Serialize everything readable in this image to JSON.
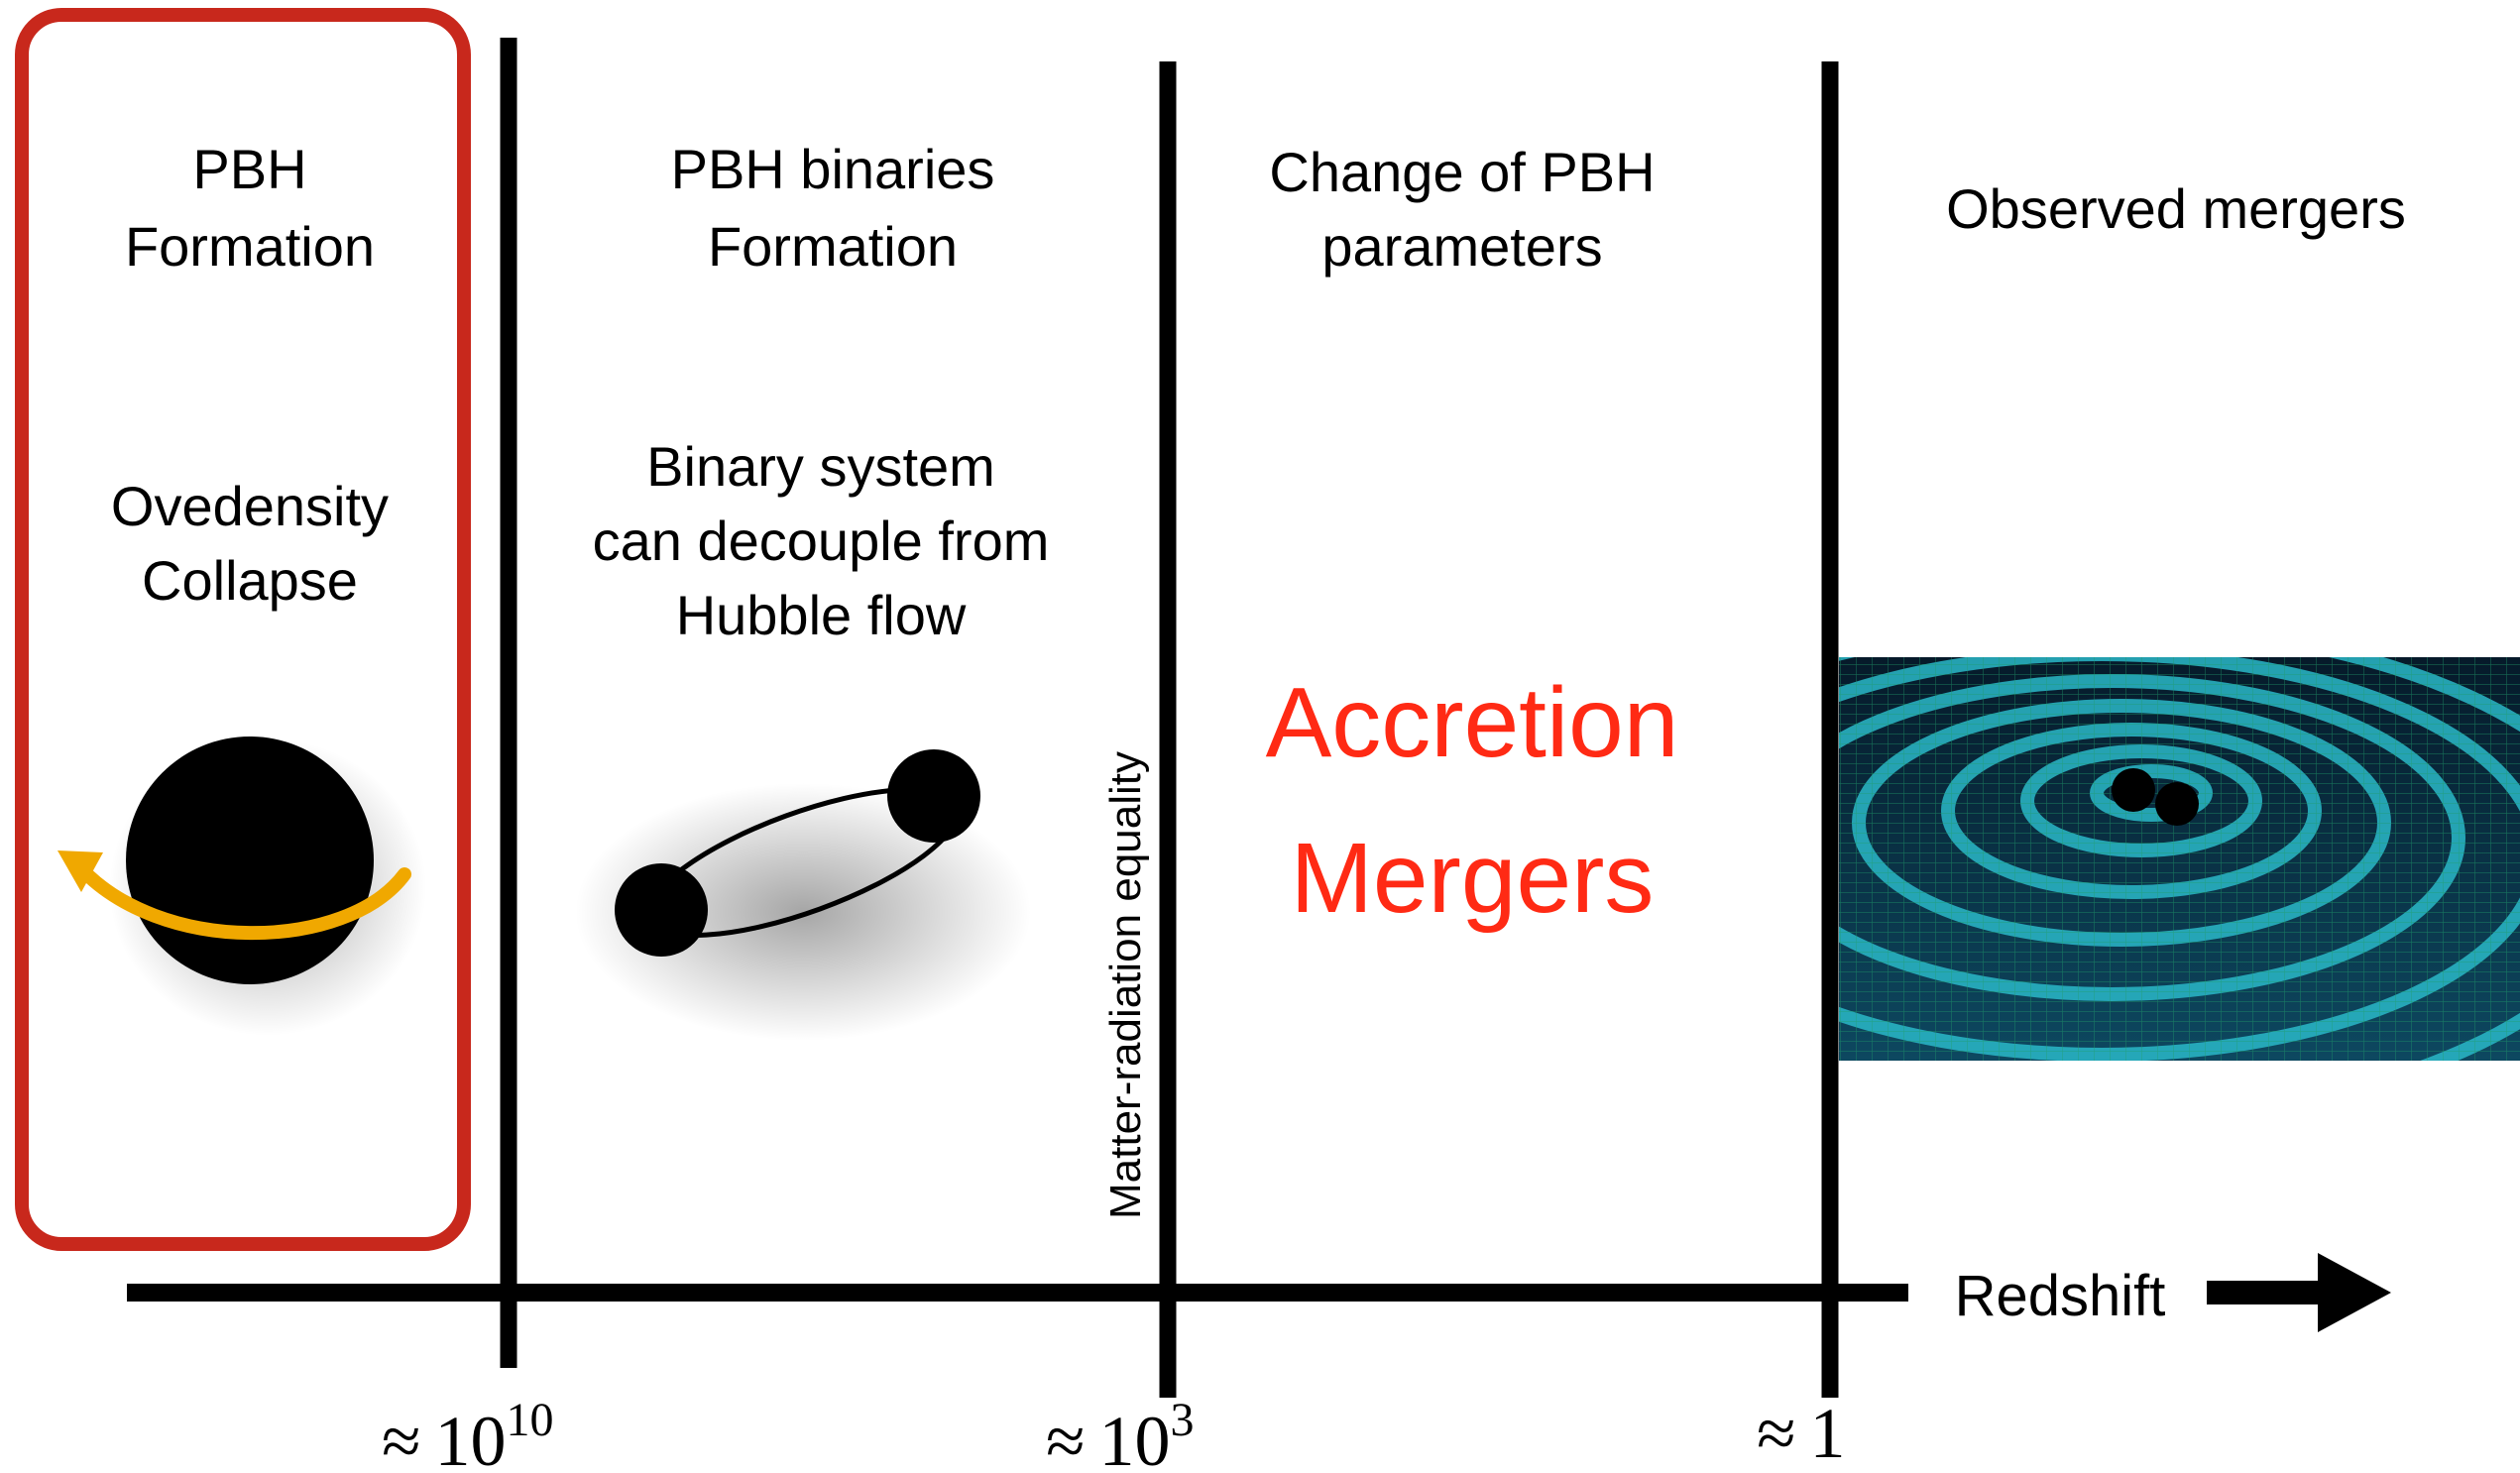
{
  "colors": {
    "highlight_box": "#c8281c",
    "accent_text": "#ff2a14",
    "arrow": "#f0a800",
    "wave_dark": "#0b2f45",
    "wave_light": "#2ab9c8",
    "ink": "#000000"
  },
  "eras": [
    {
      "title_line1": "PBH",
      "title_line2": "Formation",
      "desc_line1": "Ovedensity",
      "desc_line2": "Collapse",
      "illustration": "black-hole-with-orbit-arrow",
      "highlighted": true
    },
    {
      "title_line1": "PBH binaries",
      "title_line2": "Formation",
      "desc_line1": "Binary system",
      "desc_line2": "can decouple from",
      "desc_line3": "Hubble flow",
      "illustration": "binary-black-holes"
    },
    {
      "title_line1": "Change of PBH",
      "title_line2": "parameters",
      "highlight_line1": "Accretion",
      "highlight_line2": "Mergers"
    },
    {
      "title": "Observed mergers",
      "illustration": "gravitational-wave-spacetime-ripples"
    }
  ],
  "equality_label": "Matter-radiation equality",
  "axis": {
    "label": "Redshift",
    "ticks": [
      {
        "approx": "≈",
        "base": "10",
        "exponent": "10"
      },
      {
        "approx": "≈",
        "base": "10",
        "exponent": "3"
      },
      {
        "approx": "≈",
        "base": "1",
        "exponent": ""
      }
    ]
  }
}
